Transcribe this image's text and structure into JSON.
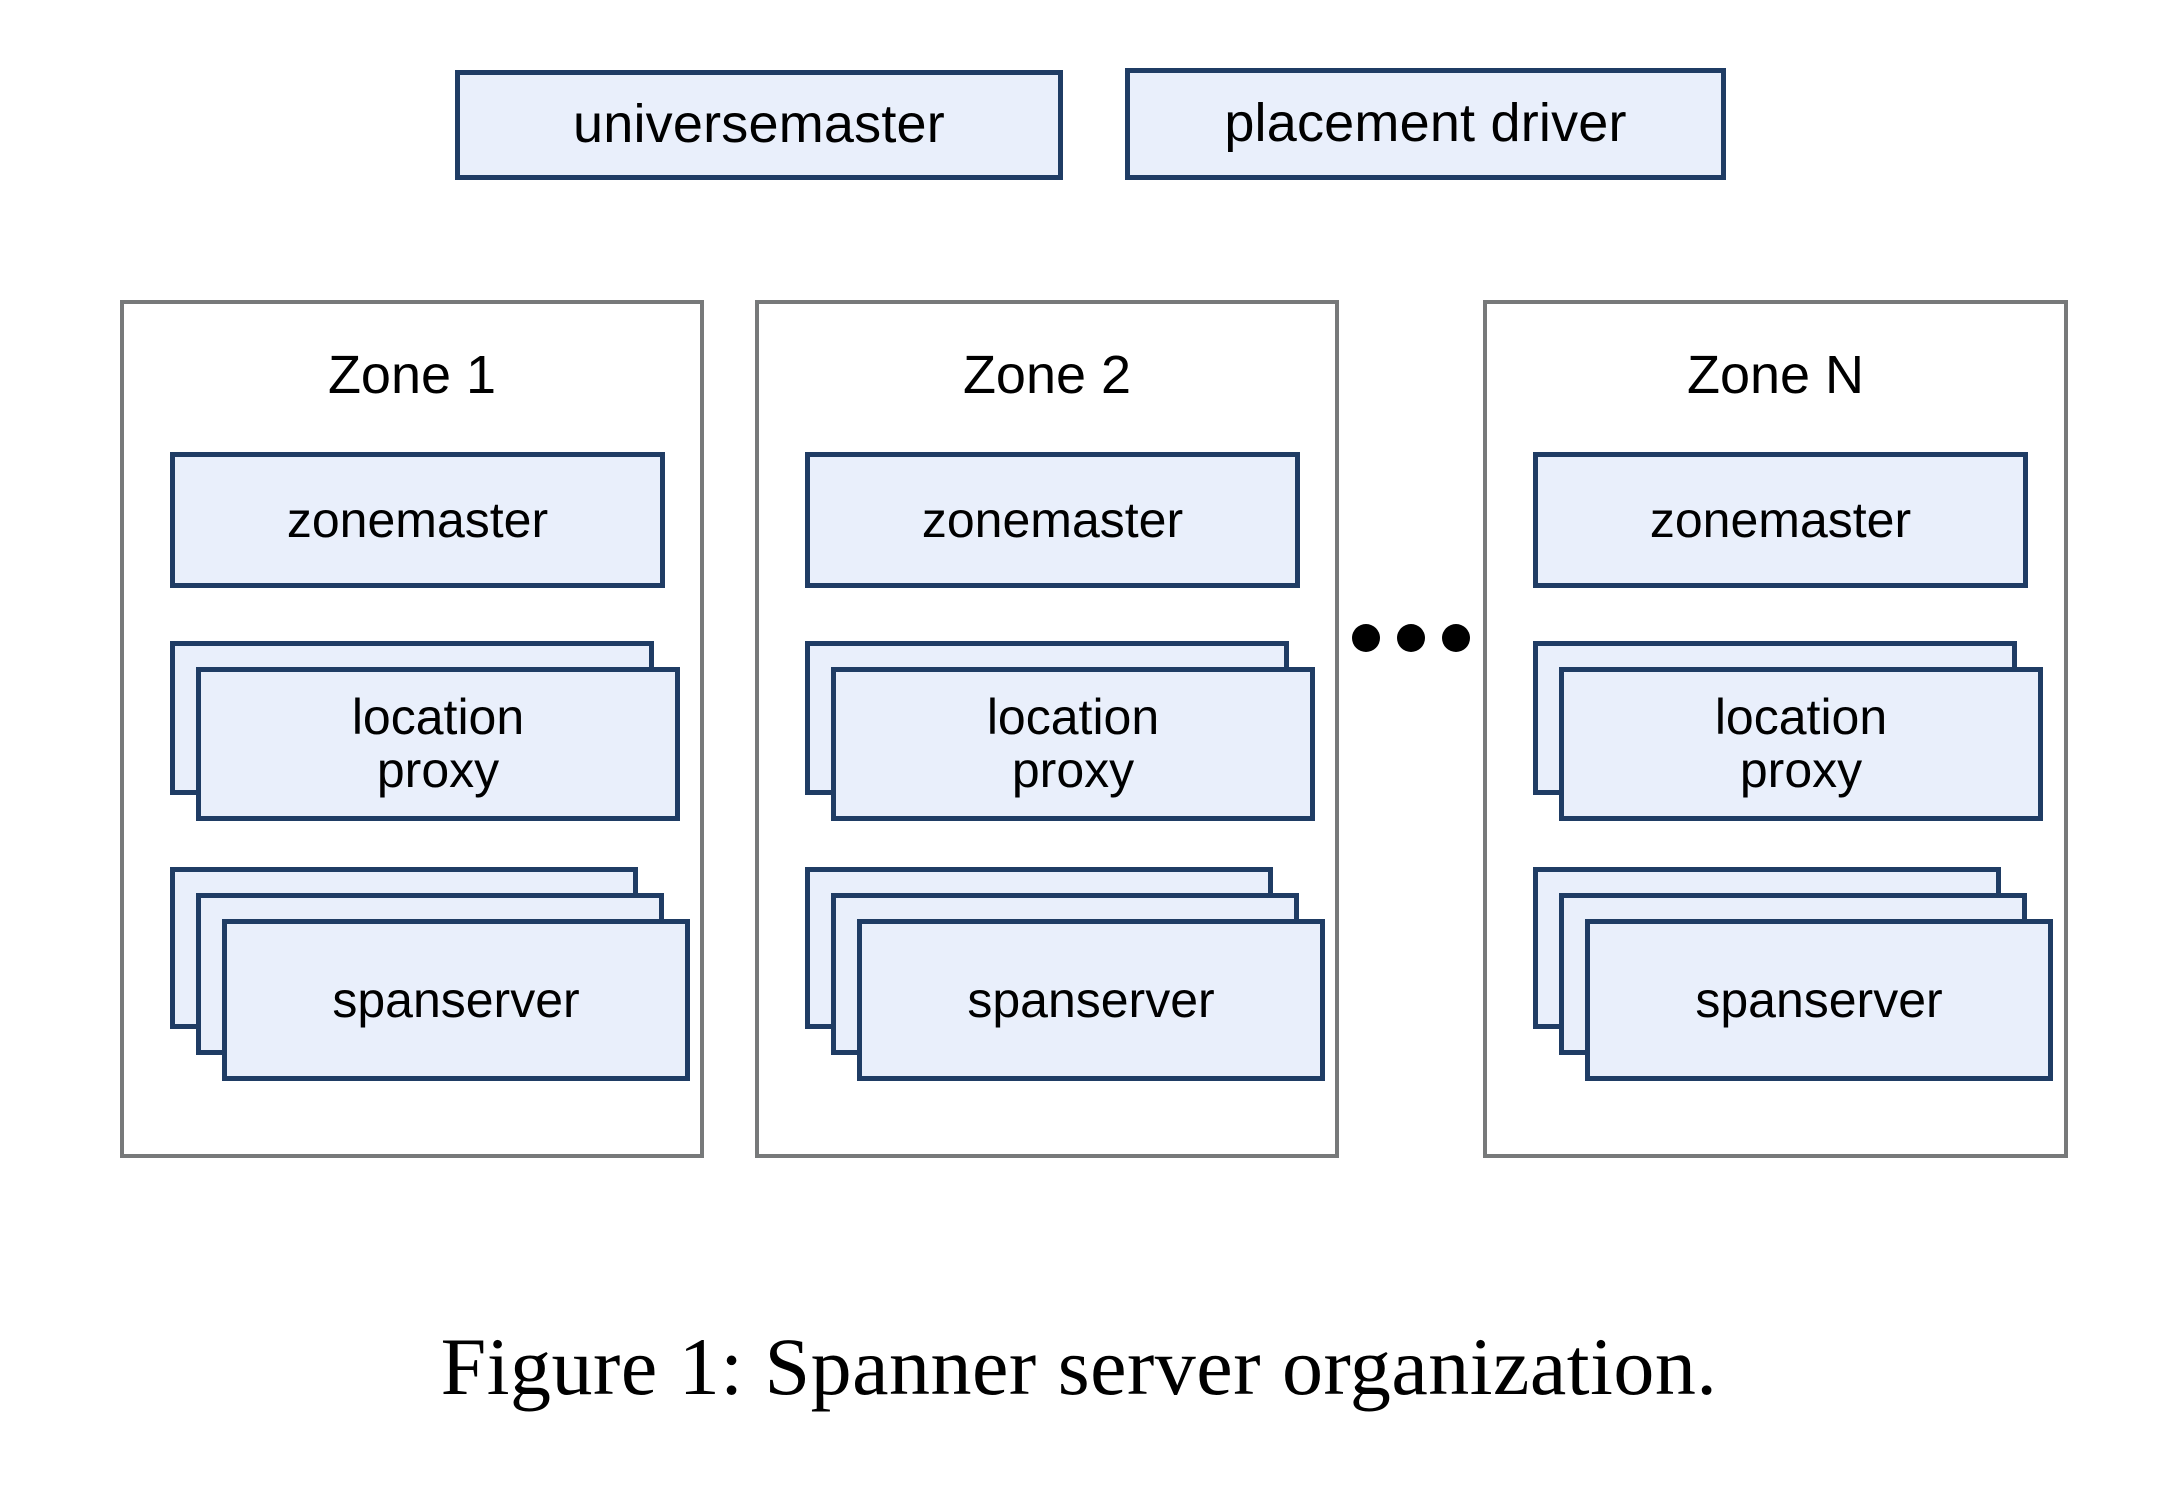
{
  "figure": {
    "caption": "Figure 1: Spanner server organization.",
    "colors": {
      "node_fill": "#e9effb",
      "node_border": "#1f3c64",
      "zone_border": "#77797a",
      "text": "#000000",
      "background": "#ffffff",
      "dot": "#000000"
    }
  },
  "global_servers": [
    {
      "id": "universemaster",
      "label": "universemaster"
    },
    {
      "id": "placement-driver",
      "label": "placement driver"
    }
  ],
  "ellipsis": {
    "label": "continues",
    "dot_count": 3
  },
  "zones": [
    {
      "id": "zone-1",
      "title": "Zone 1",
      "components": [
        {
          "id": "zonemaster",
          "label": "zonemaster",
          "replicas": 1
        },
        {
          "id": "location-proxy",
          "label": "location\nproxy",
          "replicas": 2
        },
        {
          "id": "spanserver",
          "label": "spanserver",
          "replicas": 3
        }
      ]
    },
    {
      "id": "zone-2",
      "title": "Zone 2",
      "components": [
        {
          "id": "zonemaster",
          "label": "zonemaster",
          "replicas": 1
        },
        {
          "id": "location-proxy",
          "label": "location\nproxy",
          "replicas": 2
        },
        {
          "id": "spanserver",
          "label": "spanserver",
          "replicas": 3
        }
      ]
    },
    {
      "id": "zone-n",
      "title": "Zone N",
      "components": [
        {
          "id": "zonemaster",
          "label": "zonemaster",
          "replicas": 1
        },
        {
          "id": "location-proxy",
          "label": "location\nproxy",
          "replicas": 2
        },
        {
          "id": "spanserver",
          "label": "spanserver",
          "replicas": 3
        }
      ]
    }
  ]
}
